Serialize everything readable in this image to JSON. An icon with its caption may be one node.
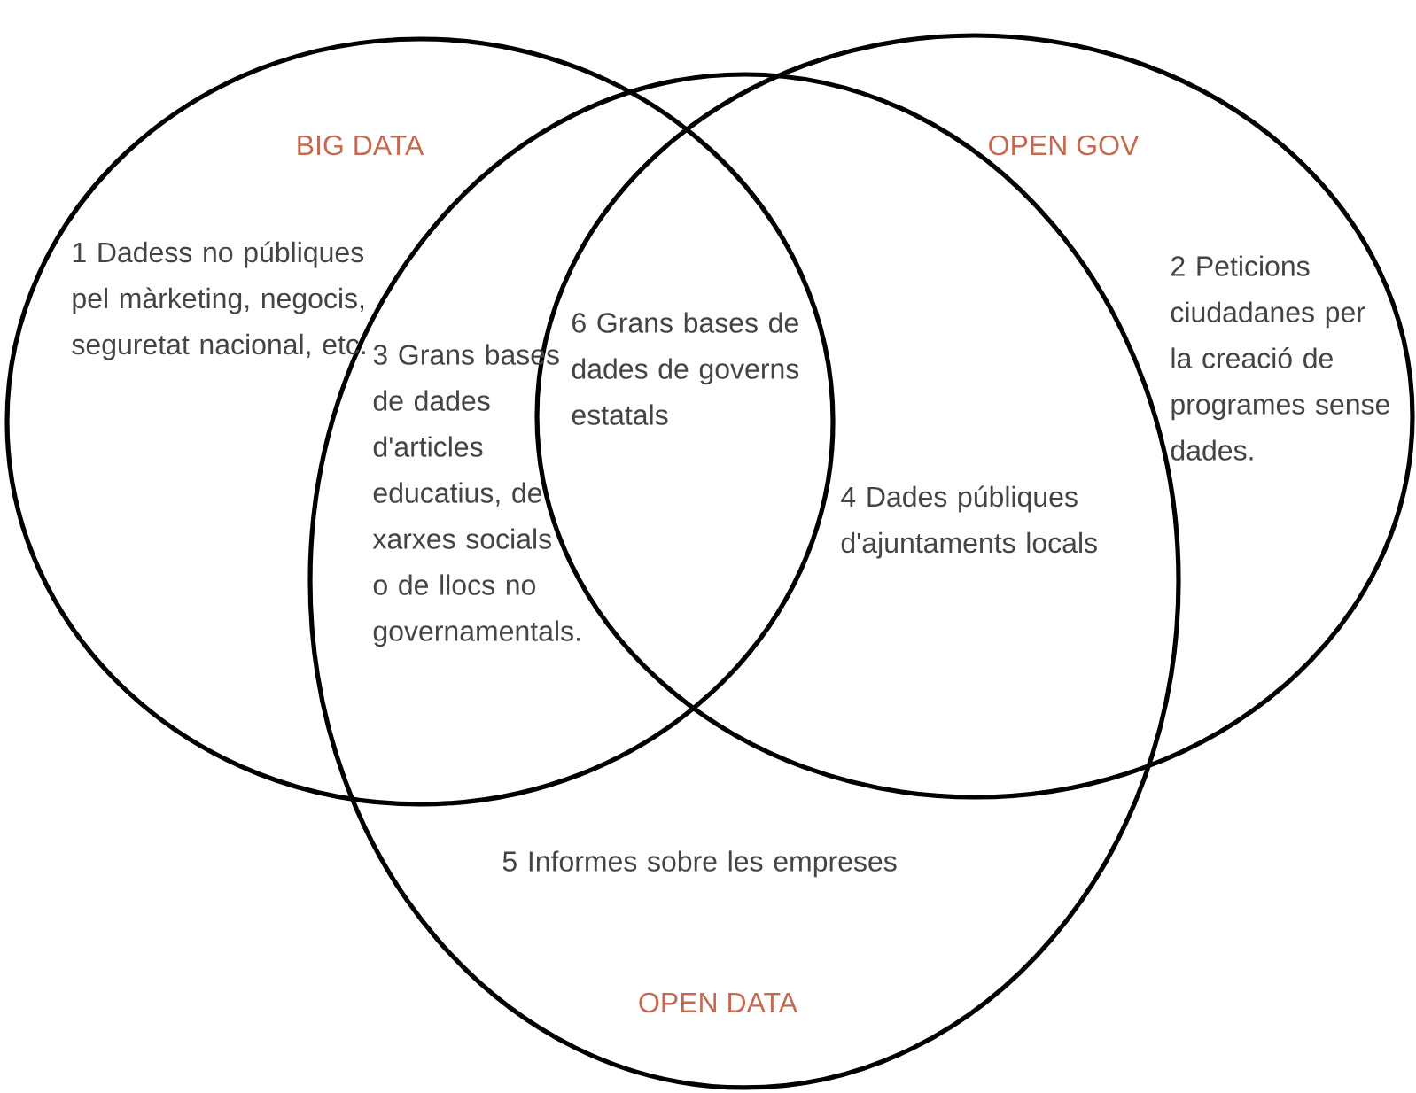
{
  "diagram": {
    "nodes": [
      {
        "text": [
          "BIG DATA"
        ]
      },
      {
        "text": [
          "OPEN GOV"
        ]
      },
      {
        "text": [
          "OPEN DATA"
        ]
      }
    ],
    "labels": [
      "1 Dadess no públiques pel màrketing, negocis, seguretat nacional, etc.",
      "2 Peticions ciudadanes per la creació de programes sense dades.",
      "6 Grans bases de dades de governs estatals",
      "3 Grans bases de dades d'articles educatius, de xarxes socials o de llocs no governamentals.",
      "4 Dades públiques d'ajuntaments locals",
      "5 Informes sobre les empreses"
    ]
  }
}
